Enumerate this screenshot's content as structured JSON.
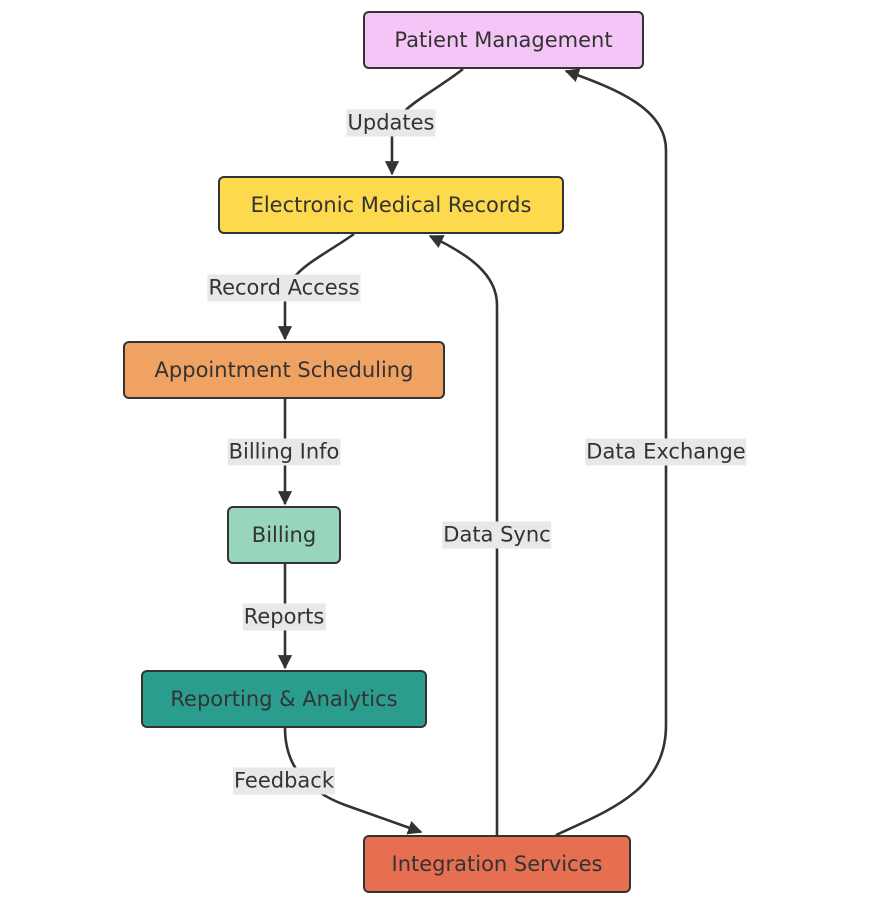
{
  "nodes": {
    "patient_management": {
      "label": "Patient Management",
      "color": "#f5c5f8"
    },
    "electronic_medical_records": {
      "label": "Electronic Medical Records",
      "color": "#fdd94e"
    },
    "appointment_scheduling": {
      "label": "Appointment Scheduling",
      "color": "#f0a263"
    },
    "billing": {
      "label": "Billing",
      "color": "#97d6bc"
    },
    "reporting_analytics": {
      "label": "Reporting & Analytics",
      "color": "#2a9d8f"
    },
    "integration_services": {
      "label": "Integration Services",
      "color": "#e76f51"
    }
  },
  "edges": {
    "updates": {
      "label": "Updates",
      "from": "Patient Management",
      "to": "Electronic Medical Records"
    },
    "record_access": {
      "label": "Record Access",
      "from": "Electronic Medical Records",
      "to": "Appointment Scheduling"
    },
    "billing_info": {
      "label": "Billing Info",
      "from": "Appointment Scheduling",
      "to": "Billing"
    },
    "reports": {
      "label": "Reports",
      "from": "Billing",
      "to": "Reporting & Analytics"
    },
    "feedback": {
      "label": "Feedback",
      "from": "Reporting & Analytics",
      "to": "Integration Services"
    },
    "data_sync": {
      "label": "Data Sync",
      "from": "Integration Services",
      "to": "Electronic Medical Records"
    },
    "data_exchange": {
      "label": "Data Exchange",
      "from": "Integration Services",
      "to": "Patient Management"
    }
  },
  "style": {
    "edge_color": "#333333",
    "label_background": "#e8e8e8",
    "text_color": "#333333"
  }
}
